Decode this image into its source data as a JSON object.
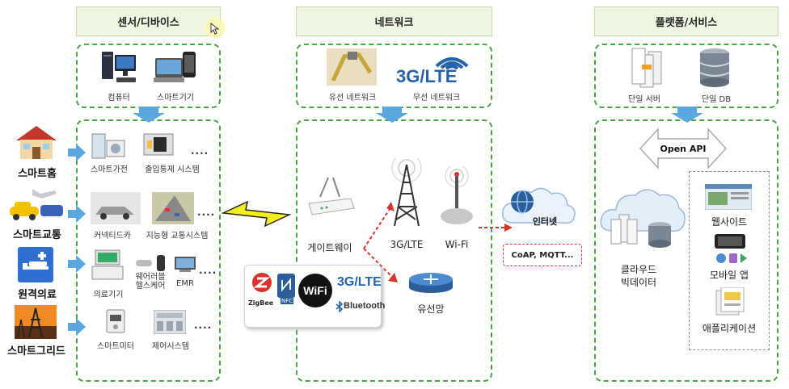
{
  "headers": {
    "sensors": "센서/디바이스",
    "network": "네트워크",
    "platform": "플랫폼/서비스"
  },
  "sensors": {
    "top": {
      "computer": "컴퓨터",
      "smart_device": "스마트기기"
    },
    "items": {
      "smart_appliance": "스마트가전",
      "access_control": "출입통제 시스템",
      "connected_car": "커넥티드카",
      "its": "지능형 교통시스템",
      "medical_device": "의료기기",
      "wearable": "웨어러블\n헬스케어",
      "emr": "EMR",
      "smart_meter": "스마트미터",
      "control_system": "제어시스템"
    },
    "ellipsis": "...."
  },
  "domains": {
    "smart_home": "스마트홈",
    "smart_traffic": "스마트교통",
    "telemedicine": "원격의료",
    "smart_grid": "스마트그리드"
  },
  "network": {
    "top": {
      "wired": "유선 네트워크",
      "wireless": "무선 네트워크",
      "wireless_logo": "3G/LTE"
    },
    "gateway": "게이트웨이",
    "cell": "3G/LTE",
    "wifi": "Wi-Fi",
    "wired_net": "유선망",
    "protocols": {
      "zigbee": "ZigBee",
      "nfc": "NFC",
      "wifi": "WiFi",
      "lte": "3G/LTE",
      "bluetooth": "Bluetooth"
    }
  },
  "internet": {
    "label": "인터넷",
    "protocols": "CoAP, MQTT..."
  },
  "platform": {
    "top": {
      "single_server": "단일 서버",
      "single_db": "단일 DB"
    },
    "open_api": "Open API",
    "cloud": "클라우드\n빅데이터",
    "services": {
      "website": "웹사이트",
      "mobile_app": "모바일 앱",
      "application": "애플리케이션"
    }
  },
  "colors": {
    "green_dash": "#4aa54a",
    "blue_arrow": "#5aa7dd",
    "red_dash": "#d9342b",
    "header_bg": "#eef5e0",
    "lightning": "#f4ee1c"
  }
}
